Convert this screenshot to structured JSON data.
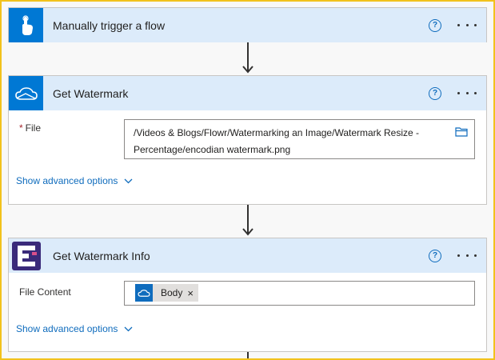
{
  "trigger": {
    "title": "Manually trigger a flow",
    "icon": "touch-hand-icon",
    "color": "#0078d4"
  },
  "watermark": {
    "title": "Get Watermark",
    "icon": "onedrive-cloud-icon",
    "color": "#0078d4",
    "file_label": "File",
    "required_marker": "*",
    "file_value_line1": "/Videos & Blogs/Flowr/Watermarking an Image/Watermark Resize -",
    "file_value_line2": "Percentage/encodian watermark.png",
    "show_advanced": "Show advanced options"
  },
  "info": {
    "title": "Get Watermark Info",
    "icon": "encodian-icon",
    "color": "#3a2a7a",
    "field_label": "File Content",
    "token_label": "Body",
    "token_close": "×",
    "show_advanced": "Show advanced options"
  },
  "common": {
    "help": "?",
    "header_bg": "#dcebfa",
    "accent": "#0f6cbd"
  }
}
